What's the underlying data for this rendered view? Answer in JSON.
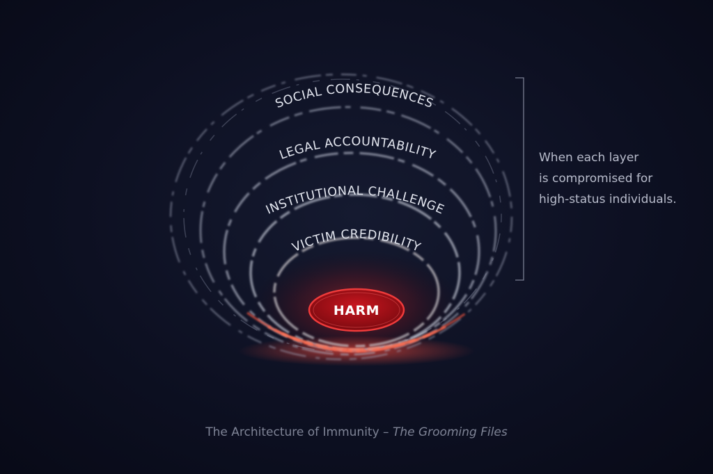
{
  "layers": [
    {
      "label": "SOCIAL CONSEQUENCES"
    },
    {
      "label": "LEGAL ACCOUNTABILITY"
    },
    {
      "label": "INSTITUTIONAL CHALLENGE"
    },
    {
      "label": "VICTIM CREDIBILITY"
    }
  ],
  "core": {
    "label": "HARM"
  },
  "annotation": {
    "lines": [
      "When each layer",
      "is compromised for",
      "high-status individuals."
    ]
  },
  "caption": {
    "title": "The Architecture of Immunity",
    "separator": " – ",
    "subtitle": "The Grooming Files"
  },
  "colors": {
    "background": "#0d1022",
    "ring": "#9aa0b4",
    "harm": "#b3141c",
    "glow": "#e23a3a",
    "text": "#e3e6ef"
  }
}
